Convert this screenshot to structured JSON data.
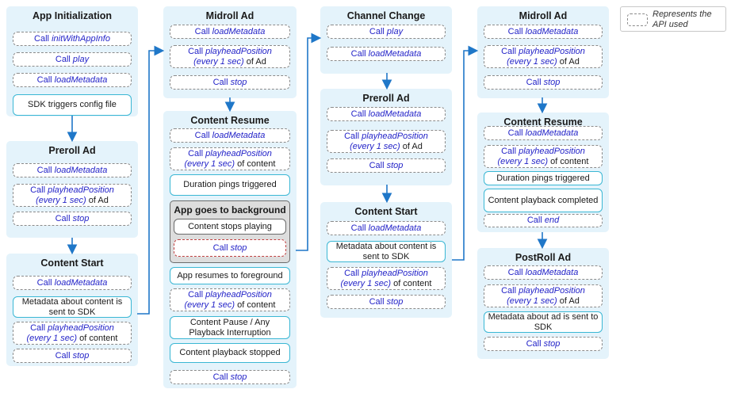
{
  "legend": {
    "text_line1": "Represents the",
    "text_line2": "API used"
  },
  "columns": [
    {
      "panels": [
        {
          "title": "App Initialization",
          "items": [
            {
              "pre": "Call ",
              "fn": "initWithAppInfo"
            },
            {
              "pre": "Call ",
              "fn": "play"
            },
            {
              "pre": "Call ",
              "fn": "loadMetadata"
            },
            {
              "event": "SDK triggers config file"
            }
          ]
        },
        {
          "title": "Preroll Ad",
          "items": [
            {
              "pre": "Call ",
              "fn": "loadMetadata"
            },
            {
              "pre": "Call ",
              "fn": "playheadPosition",
              "line2": "(every 1 sec)",
              "post": " of Ad"
            },
            {
              "pre": "Call ",
              "fn": "stop"
            }
          ]
        },
        {
          "title": "Content Start",
          "items": [
            {
              "pre": "Call ",
              "fn": "loadMetadata"
            },
            {
              "event": "Metadata about content is sent to SDK"
            },
            {
              "pre": "Call ",
              "fn": "playheadPosition",
              "line2": "(every 1 sec)",
              "post": " of content"
            },
            {
              "pre": "Call ",
              "fn": "stop"
            }
          ]
        }
      ]
    },
    {
      "panels": [
        {
          "title": "Midroll Ad",
          "items": [
            {
              "pre": "Call ",
              "fn": "loadMetadata"
            },
            {
              "pre": "Call ",
              "fn": "playheadPosition",
              "line2": "(every 1 sec)",
              "post": " of Ad"
            },
            {
              "pre": "Call ",
              "fn": "stop"
            }
          ]
        },
        {
          "title": "Content Resume",
          "items": [
            {
              "pre": "Call ",
              "fn": "loadMetadata"
            },
            {
              "pre": "Call ",
              "fn": "playheadPosition",
              "line2": "(every 1 sec)",
              "post": " of content"
            },
            {
              "event": "Duration pings triggered"
            },
            {
              "subpanel": {
                "title": "App goes to background",
                "items": [
                  {
                    "event": "Content stops playing"
                  },
                  {
                    "pre": "Call ",
                    "fn": "stop"
                  }
                ]
              }
            },
            {
              "event": "App resumes to foreground"
            },
            {
              "pre": "Call ",
              "fn": "playheadPosition",
              "line2": "(every 1 sec)",
              "post": " of content"
            },
            {
              "event": "Content Pause / Any Playback Interruption"
            },
            {
              "event": "Content playback stopped"
            },
            {
              "pre": "Call ",
              "fn": "stop"
            }
          ]
        }
      ]
    },
    {
      "panels": [
        {
          "title": "Channel Change",
          "items": [
            {
              "pre": "Call ",
              "fn": "play"
            },
            {
              "pre": "Call ",
              "fn": "loadMetadata"
            }
          ]
        },
        {
          "title": "Preroll Ad",
          "items": [
            {
              "pre": "Call ",
              "fn": "loadMetadata"
            },
            {
              "pre": "Call ",
              "fn": "playheadPosition",
              "line2": "(every 1 sec)",
              "post": " of Ad"
            },
            {
              "pre": "Call ",
              "fn": "stop"
            }
          ]
        },
        {
          "title": "Content Start",
          "items": [
            {
              "pre": "Call ",
              "fn": "loadMetadata"
            },
            {
              "event": "Metadata about content is sent to SDK"
            },
            {
              "pre": "Call ",
              "fn": "playheadPosition",
              "line2": "(every 1 sec)",
              "post": " of content"
            },
            {
              "pre": "Call ",
              "fn": "stop"
            }
          ]
        }
      ]
    },
    {
      "panels": [
        {
          "title": "Midroll Ad",
          "items": [
            {
              "pre": "Call ",
              "fn": "loadMetadata"
            },
            {
              "pre": "Call ",
              "fn": "playheadPosition",
              "line2": "(every 1 sec)",
              "post": " of Ad"
            },
            {
              "pre": "Call ",
              "fn": "stop"
            }
          ]
        },
        {
          "title": "Content Resume",
          "items": [
            {
              "pre": "Call ",
              "fn": "loadMetadata"
            },
            {
              "pre": "Call ",
              "fn": "playheadPosition",
              "line2": "(every 1 sec)",
              "post": " of content"
            },
            {
              "event": "Duration pings triggered"
            },
            {
              "event": "Content playback completed"
            },
            {
              "pre": "Call ",
              "fn": "end"
            }
          ]
        },
        {
          "title": "PostRoll Ad",
          "items": [
            {
              "pre": "Call ",
              "fn": "loadMetadata"
            },
            {
              "pre": "Call ",
              "fn": "playheadPosition",
              "line2": "(every 1 sec)",
              "post": " of Ad"
            },
            {
              "event": "Metadata about ad is sent to SDK"
            },
            {
              "pre": "Call ",
              "fn": "stop"
            }
          ]
        }
      ]
    }
  ]
}
